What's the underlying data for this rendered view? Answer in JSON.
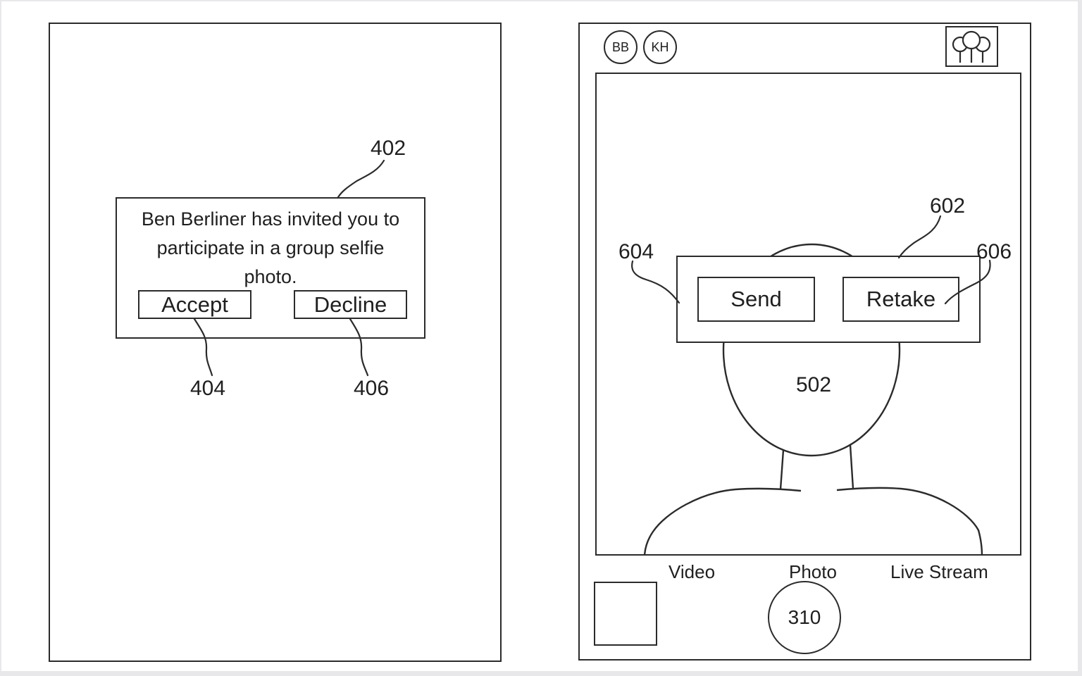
{
  "figure": {
    "left_panel": {
      "ref_dialog": "402",
      "ref_accept": "404",
      "ref_decline": "406",
      "dialog": {
        "message": "Ben Berliner has invited you to participate in a group selfie photo.",
        "lines": [
          "Ben Berliner has invited you to",
          "participate in a group selfie",
          "photo."
        ],
        "accept_label": "Accept",
        "decline_label": "Decline"
      }
    },
    "right_panel": {
      "avatars": [
        {
          "initials": "BB"
        },
        {
          "initials": "KH"
        }
      ],
      "icons": {
        "top_right": "group-people-icon"
      },
      "overlay": {
        "send_label": "Send",
        "retake_label": "Retake"
      },
      "refs": {
        "overlay": "602",
        "send": "604",
        "retake": "606",
        "person": "502",
        "shutter": "310"
      },
      "modes": [
        {
          "label": "Video"
        },
        {
          "label": "Photo"
        },
        {
          "label": "Live Stream"
        }
      ]
    },
    "colors": {
      "line": "#2b2b2b",
      "text": "#1f1f1f",
      "background": "#ffffff",
      "frame": "#e8e8ea"
    }
  }
}
